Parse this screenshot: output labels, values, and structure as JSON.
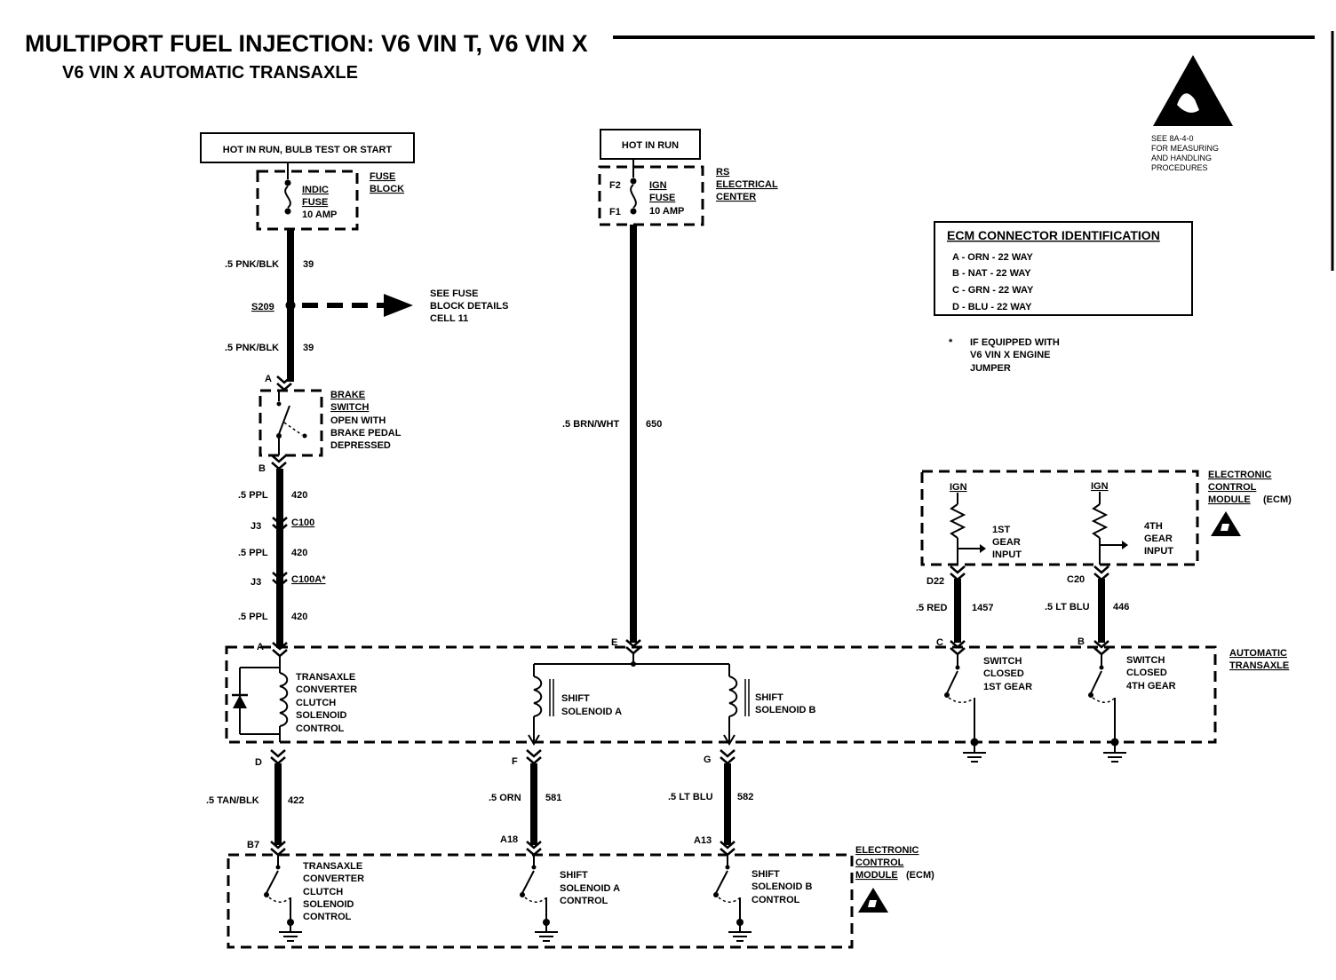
{
  "title": {
    "line1": "MULTIPORT FUEL INJECTION: V6 VIN T, V6 VIN X",
    "line2": "V6 VIN X AUTOMATIC TRANSAXLE"
  },
  "esd_note": [
    "SEE 8A-4-0",
    "FOR MEASURING",
    "AND HANDLING",
    "PROCEDURES"
  ],
  "power": {
    "left_source": "HOT IN RUN, BULB TEST OR START",
    "center_source": "HOT IN RUN"
  },
  "fuse_block": {
    "fuse_line1": "INDIC",
    "fuse_line2": "FUSE",
    "rating": "10 AMP",
    "name_line1": "FUSE",
    "name_line2": "BLOCK"
  },
  "rs_center": {
    "pin_top": "F2",
    "pin_bottom": "F1",
    "fuse_line1": "IGN",
    "fuse_line2": "FUSE",
    "rating": "10 AMP",
    "name_line1": "RS",
    "name_line2": "ELECTRICAL",
    "name_line3": "CENTER"
  },
  "left_circuit": {
    "wire1_color": ".5 PNK/BLK",
    "wire1_circuit": "39",
    "splice": "S209",
    "splice_note": [
      "SEE FUSE",
      "BLOCK DETAILS",
      "CELL 11"
    ],
    "wire2_color": ".5 PNK/BLK",
    "wire2_circuit": "39",
    "brake_pin_a": "A",
    "brake_pin_b": "B",
    "brake_line1": "BRAKE",
    "brake_line2": "SWITCH",
    "brake_line3": "OPEN WITH",
    "brake_line4": "BRAKE PEDAL",
    "brake_line5": "DEPRESSED",
    "wire3_color": ".5 PPL",
    "wire3_circuit": "420",
    "conn1_pin": "J3",
    "conn1_name": "C100",
    "wire4_color": ".5 PPL",
    "wire4_circuit": "420",
    "conn2_pin": "J3",
    "conn2_name": "C100A*",
    "wire5_color": ".5 PPL",
    "wire5_circuit": "420"
  },
  "center_circuit": {
    "wire_color": ".5 BRN/WHT",
    "wire_circuit": "650"
  },
  "ecm_connector_id": {
    "heading": "ECM CONNECTOR IDENTIFICATION",
    "items": [
      "A - ORN - 22 WAY",
      "B - NAT - 22 WAY",
      "C - GRN - 22 WAY",
      "D - BLU - 22 WAY"
    ]
  },
  "footnote": {
    "mark": "*",
    "lines": [
      "IF EQUIPPED WITH",
      "V6 VIN X ENGINE",
      "JUMPER"
    ]
  },
  "top_ecm": {
    "name_line1": "ELECTRONIC",
    "name_line2": "CONTROL",
    "name_line3": "MODULE",
    "name_suffix": "(ECM)",
    "ign1": "IGN",
    "ign2": "IGN",
    "input1": [
      "1ST",
      "GEAR",
      "INPUT"
    ],
    "input2": [
      "4TH",
      "GEAR",
      "INPUT"
    ],
    "pin1": "D22",
    "pin2": "C20",
    "wire1_color": ".5 RED",
    "wire1_circuit": "1457",
    "wire2_color": ".5 LT BLU",
    "wire2_circuit": "446"
  },
  "transaxle": {
    "name_line1": "AUTOMATIC",
    "name_line2": "TRANSAXLE",
    "pin_a": "A",
    "pin_e": "E",
    "pin_c": "C",
    "pin_b": "B",
    "pin_d": "D",
    "pin_f": "F",
    "pin_g": "G",
    "tcc": [
      "TRANSAXLE",
      "CONVERTER",
      "CLUTCH",
      "SOLENOID",
      "CONTROL"
    ],
    "sol_a": [
      "SHIFT",
      "SOLENOID A"
    ],
    "sol_b": [
      "SHIFT",
      "SOLENOID B"
    ],
    "sw1": [
      "SWITCH",
      "CLOSED",
      "1ST GEAR"
    ],
    "sw2": [
      "SWITCH",
      "CLOSED",
      "4TH GEAR"
    ]
  },
  "bottom_wires": {
    "w1_color": ".5 TAN/BLK",
    "w1_circuit": "422",
    "w2_color": ".5 ORN",
    "w2_circuit": "581",
    "w3_color": ".5 LT BLU",
    "w3_circuit": "582"
  },
  "bottom_ecm": {
    "pin1": "B7",
    "pin2": "A18",
    "pin3": "A13",
    "name_line1": "ELECTRONIC",
    "name_line2": "CONTROL",
    "name_line3": "MODULE",
    "name_suffix": "(ECM)",
    "ctrl1": [
      "TRANSAXLE",
      "CONVERTER",
      "CLUTCH",
      "SOLENOID",
      "CONTROL"
    ],
    "ctrl2": [
      "SHIFT",
      "SOLENOID A",
      "CONTROL"
    ],
    "ctrl3": [
      "SHIFT",
      "SOLENOID B",
      "CONTROL"
    ]
  }
}
